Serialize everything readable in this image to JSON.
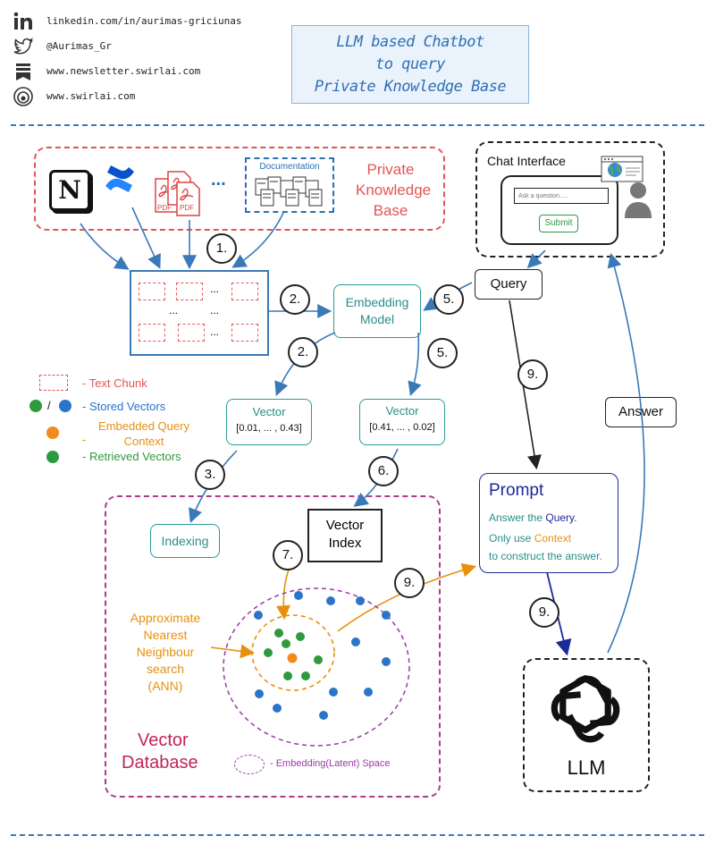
{
  "social": [
    {
      "icon": "linkedin-icon",
      "text": "linkedin.com/in/aurimas-griciunas"
    },
    {
      "icon": "twitter-icon",
      "text": "@Aurimas_Gr"
    },
    {
      "icon": "bookmark-icon",
      "text": "www.newsletter.swirlai.com"
    },
    {
      "icon": "swirl-icon",
      "text": "www.swirlai.com"
    }
  ],
  "title": {
    "line1": "LLM based Chatbot",
    "line2": "to query",
    "line3": "Private Knowledge Base"
  },
  "knowledge_base": {
    "label_line1": "Private",
    "label_line2": "Knowledge",
    "label_line3": "Base",
    "documentation": "Documentation",
    "ellipsis": "...",
    "pdf": "PDF",
    "notion": "N"
  },
  "chat": {
    "title": "Chat Interface",
    "placeholder": "Ask a question.....",
    "submit": "Submit"
  },
  "chunks": {
    "ellipsis": "..."
  },
  "embedding_model": {
    "line1": "Embedding",
    "line2": "Model"
  },
  "query": "Query",
  "answer": "Answer",
  "steps": {
    "s1": "1.",
    "s2a": "2.",
    "s2b": "2.",
    "s3": "3.",
    "s5a": "5.",
    "s5b": "5.",
    "s6": "6.",
    "s7": "7.",
    "s9a": "9.",
    "s9b": "9.",
    "s9c": "9."
  },
  "legend": {
    "text_chunk": "- Text Chunk",
    "slash": "/",
    "stored_vectors": "- Stored Vectors",
    "embedded_query_line1": "Embedded Query",
    "embedded_query_line2": "Context",
    "embedded_query_dash": "-",
    "retrieved_vectors": "- Retrieved Vectors"
  },
  "vector_left": {
    "title": "Vector",
    "values": "[0.01, ... , 0.43]"
  },
  "vector_right": {
    "title": "Vector",
    "values": "[0.41, ... , 0.02]"
  },
  "indexing": "Indexing",
  "vector_index": {
    "line1": "Vector",
    "line2": "Index"
  },
  "ann": {
    "line1": "Approximate",
    "line2": "Nearest",
    "line3": "Neighbour",
    "line4": "search",
    "line5": "(ANN)"
  },
  "vector_database": {
    "line1": "Vector",
    "line2": "Database"
  },
  "embedding_space": "- Embedding(Latent) Space",
  "prompt": {
    "title": "Prompt",
    "line1_a": "Answer the ",
    "line1_b": "Query",
    "line1_c": ".",
    "line2_a": "Only use ",
    "line2_b": "Context",
    "line3": "to construct the answer."
  },
  "llm": "LLM",
  "colors": {
    "blue_arrow": "#3a79b8",
    "red": "#e25555",
    "teal": "#2a8c8c",
    "orange": "#e8900c",
    "green": "#2e9a3e",
    "blue_dot": "#2a74c9",
    "purple": "#9b3aa8",
    "crimson": "#c0245a",
    "navy": "#1b2a9a"
  }
}
